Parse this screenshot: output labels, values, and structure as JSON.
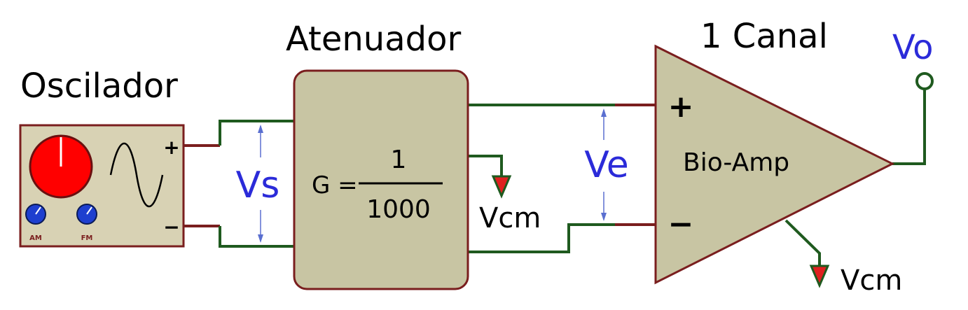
{
  "oscillator": {
    "title": "Oscilador",
    "plus": "+",
    "minus": "−",
    "am_label": "AM",
    "fm_label": "FM"
  },
  "attenuator": {
    "title": "Atenuador",
    "gain_prefix": "G =",
    "numerator": "1",
    "denominator": "1000"
  },
  "amplifier": {
    "title": "1 Canal",
    "label": "Bio-Amp",
    "plus": "+",
    "minus": "−"
  },
  "signals": {
    "vs": "Vs",
    "ve": "Ve",
    "vo": "Vo",
    "vcm_attenuator": "Vcm",
    "vcm_amp": "Vcm"
  },
  "colors": {
    "oscillator_body": "#d8d2b4",
    "block_fill": "#c8c5a3",
    "block_border": "#7a1e1e",
    "knob_main": "#ff0000",
    "knob_small": "#1e3fcf",
    "wire_green": "#1f5a1f",
    "wire_red": "#7a1e1e",
    "label_blue": "#2b2bd9",
    "ground_red": "#e02020",
    "ground_green": "#1f5a1f",
    "output_terminal": "#1f5a1f"
  }
}
